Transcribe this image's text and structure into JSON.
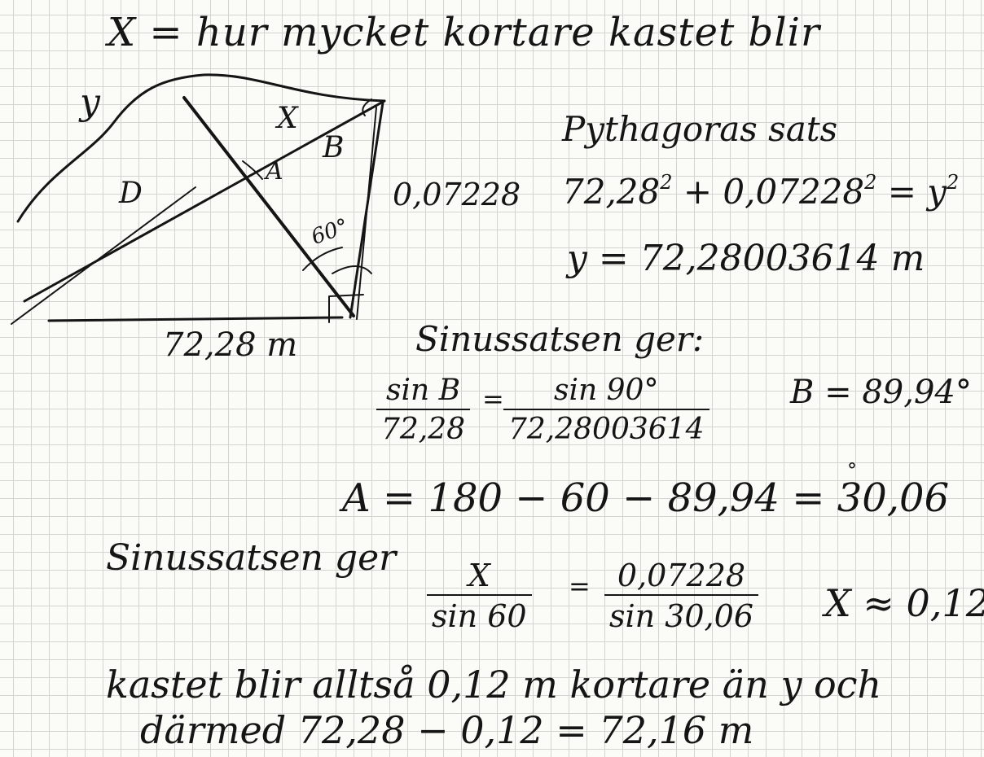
{
  "title": "X = hur mycket kortare kastet blir",
  "figure": {
    "label_y": "y",
    "label_x": "X",
    "label_b": "B",
    "label_a": "A",
    "label_d": "D",
    "label_angle": "60°",
    "label_side": "0,07228",
    "label_base": "72,28 m"
  },
  "pythagoras": {
    "heading": "Pythagoras sats",
    "eq_a": "72,28",
    "eq_plus": " + 0,07228",
    "eq_eq": " = y",
    "exp": "2",
    "result": "y = 72,28003614 m"
  },
  "sinus1": {
    "heading": "Sinussatsen ger:",
    "frac_left_num": "sin B",
    "frac_left_den": "72,28",
    "equals": "=",
    "frac_right_num": "sin 90°",
    "frac_right_den": "72,28003614",
    "result": "B = 89,94°"
  },
  "angle_a": {
    "line": "A = 180 − 60 − 89,94 = 30,06",
    "degree": "°"
  },
  "sinus2": {
    "heading": "Sinussatsen ger",
    "frac_left_num": "X",
    "frac_left_den": "sin 60",
    "equals": "=",
    "frac_right_num": "0,07228",
    "frac_right_den": "sin 30,06",
    "result": "X ≈ 0,12"
  },
  "conclusion": {
    "line1": "kastet blir alltså 0,12 m kortare än y och",
    "line2": "därmed  72,28 − 0,12 = 72,16 m"
  }
}
